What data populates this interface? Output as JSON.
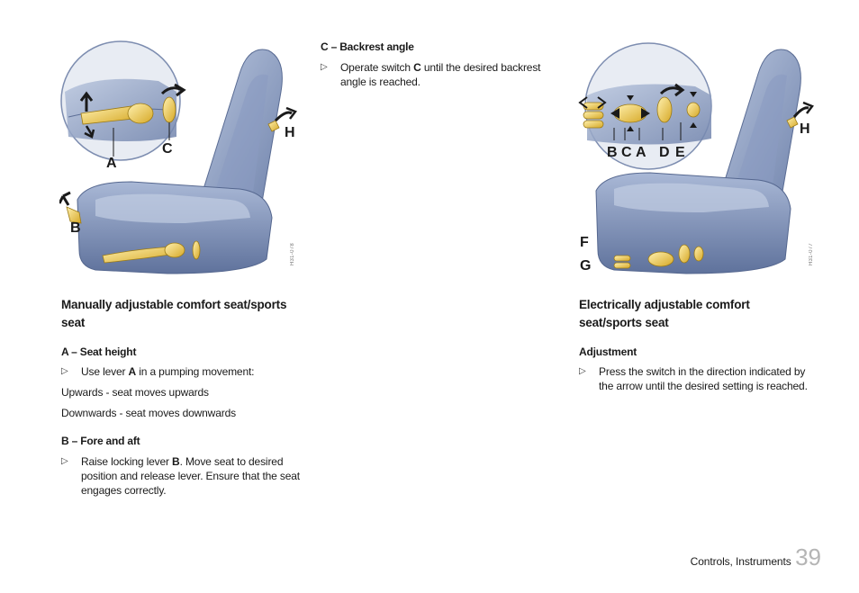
{
  "left_figure": {
    "labels": {
      "a": "A",
      "b": "B",
      "c": "C",
      "h": "H"
    },
    "code": "H31-078"
  },
  "right_figure": {
    "labels": {
      "b": "B",
      "c": "C",
      "a": "A",
      "d": "D",
      "e": "E",
      "h": "H",
      "f": "F",
      "g": "G"
    },
    "code": "H31-077"
  },
  "manual": {
    "title_line1": "Manually adjustable comfort seat/sports",
    "title_line2": "seat",
    "seat_height": {
      "heading": "A – Seat height",
      "step_pre": "Use lever ",
      "step_bold": "A",
      "step_post": " in a pumping movement:",
      "upwards": "Upwards - seat moves upwards",
      "downwards": "Downwards - seat moves downwards"
    },
    "fore_aft": {
      "heading": "B – Fore and aft",
      "step_pre": "Raise locking lever ",
      "step_bold": "B",
      "step_post": ". Move seat to desired position and release lever.  Ensure that the seat engages correctly."
    }
  },
  "backrest": {
    "heading": "C – Backrest angle",
    "step_pre": "Operate switch ",
    "step_bold": "C",
    "step_post": " until the desired backrest angle is reached."
  },
  "electric": {
    "title_line1": "Electrically adjustable comfort",
    "title_line2": "seat/sports seat",
    "adjustment": {
      "heading": "Adjustment",
      "step": "Press the switch in the direction indicated by the arrow until the desired setting is reached."
    }
  },
  "step_marker": "▷",
  "footer": {
    "section": "Controls, Instruments",
    "page": "39"
  }
}
